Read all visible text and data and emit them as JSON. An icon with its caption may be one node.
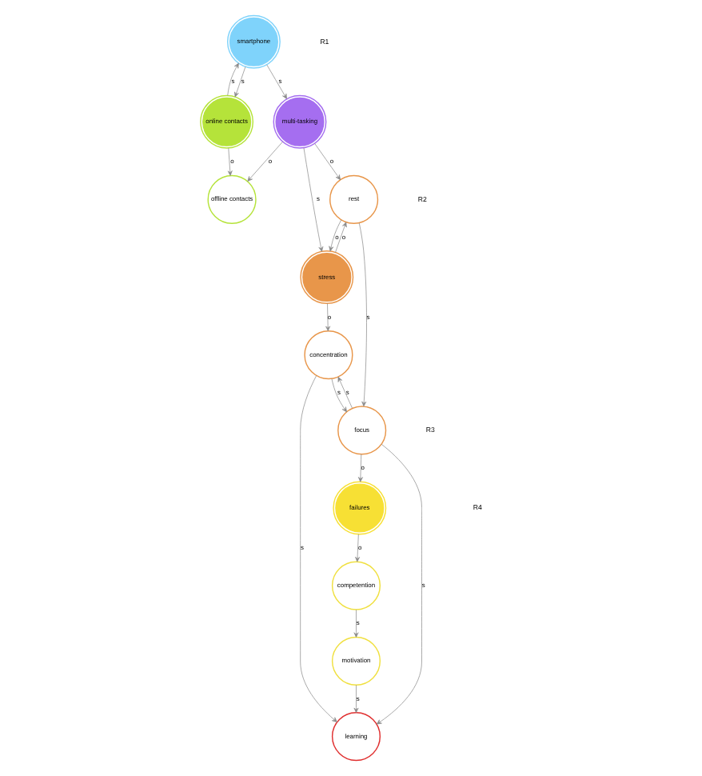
{
  "diagram": {
    "nodes": [
      {
        "text": [
          "smartphone"
        ]
      },
      {
        "text": [
          "online contacts"
        ]
      },
      {
        "text": [
          "multi-tasking"
        ]
      },
      {
        "text": [
          "offline contacts"
        ]
      },
      {
        "text": [
          "rest"
        ]
      },
      {
        "text": [
          "stress"
        ]
      },
      {
        "text": [
          "focus"
        ]
      },
      {
        "text": [
          "concentration"
        ]
      },
      {
        "text": [
          "failures"
        ]
      },
      {
        "text": [
          "learning"
        ]
      },
      {
        "text": [
          "competention"
        ]
      },
      {
        "text": [
          "motivation"
        ]
      }
    ],
    "edges": [
      {
        "from": 0,
        "to": 1,
        "arrow": "to",
        "label": "s"
      },
      {
        "from": 0,
        "to": 2,
        "arrow": "to",
        "label": "s"
      },
      {
        "from": 1,
        "to": 0,
        "arrow": "to",
        "label": "s"
      },
      {
        "from": 1,
        "to": 3,
        "arrow": "to",
        "label": "o"
      },
      {
        "from": 2,
        "to": 3,
        "arrow": "to",
        "label": "o"
      },
      {
        "from": 2,
        "to": 4,
        "arrow": "to",
        "label": "o"
      },
      {
        "from": 2,
        "to": 5,
        "arrow": "to",
        "label": "s"
      },
      {
        "from": 4,
        "to": 5,
        "arrow": "to",
        "label": "o"
      },
      {
        "from": 5,
        "to": 4,
        "arrow": "to",
        "label": "o"
      },
      {
        "from": 4,
        "to": 6,
        "arrow": "to",
        "label": "s"
      },
      {
        "from": 5,
        "to": 7,
        "arrow": "to",
        "label": "o"
      },
      {
        "from": 6,
        "to": 7,
        "arrow": "to",
        "label": "s"
      },
      {
        "from": 7,
        "to": 6,
        "arrow": "to",
        "label": "s"
      },
      {
        "from": 6,
        "to": 8,
        "arrow": "to",
        "label": "o"
      },
      {
        "from": 6,
        "to": 9,
        "arrow": "to",
        "label": "s"
      },
      {
        "from": 7,
        "to": 9,
        "arrow": "to",
        "label": "s"
      },
      {
        "from": 8,
        "to": 10,
        "arrow": "to",
        "label": "o"
      },
      {
        "from": 10,
        "to": 11,
        "arrow": "to",
        "label": "s"
      },
      {
        "from": 11,
        "to": 9,
        "arrow": "to",
        "label": "s"
      }
    ],
    "labels": [
      "R1",
      "R2",
      "R3",
      "R4"
    ]
  }
}
